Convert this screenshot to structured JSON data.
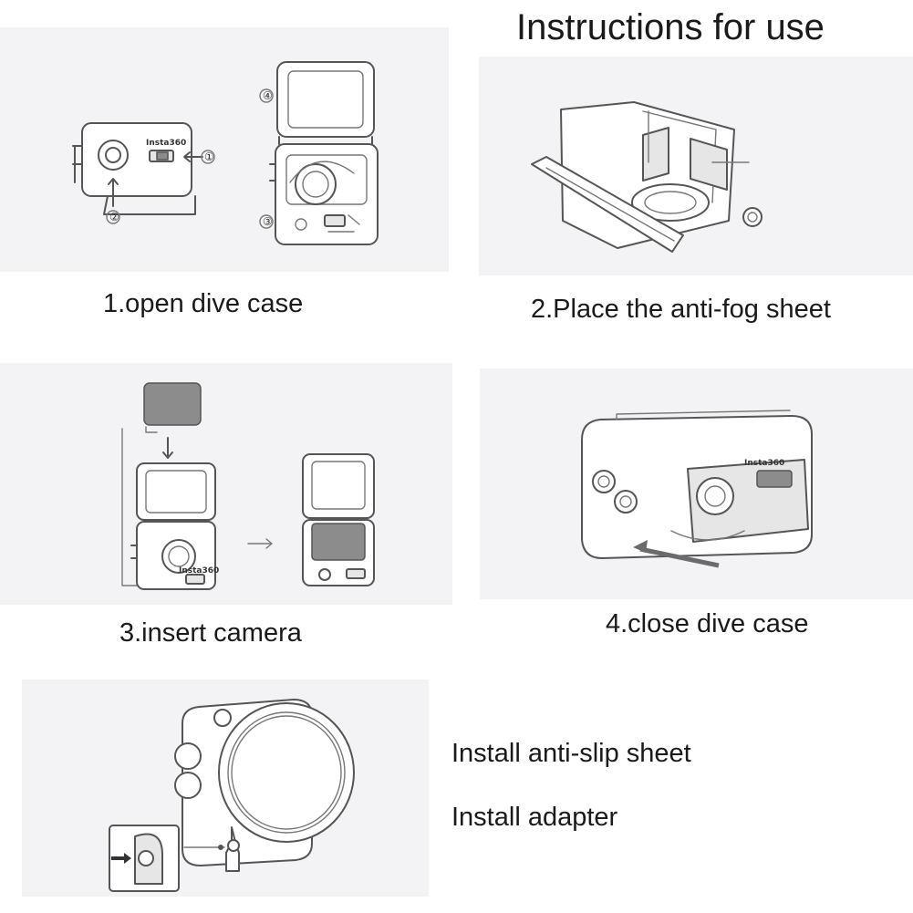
{
  "title": "Instructions for use",
  "steps": [
    {
      "caption": "1.open dive case",
      "callouts": [
        "①",
        "②",
        "④",
        "③"
      ],
      "brand_mark": "Insta360"
    },
    {
      "caption": "2.Place the anti-fog sheet"
    },
    {
      "caption": "3.insert camera",
      "brand_mark": "Insta360"
    },
    {
      "caption": "4.close dive case",
      "brand_mark": "Insta360"
    }
  ],
  "notes": [
    "Install anti-slip sheet",
    "Install adapter"
  ],
  "colors": {
    "panel": "#f3f3f5",
    "line_art": "#555555",
    "text": "#1a1a1a"
  }
}
